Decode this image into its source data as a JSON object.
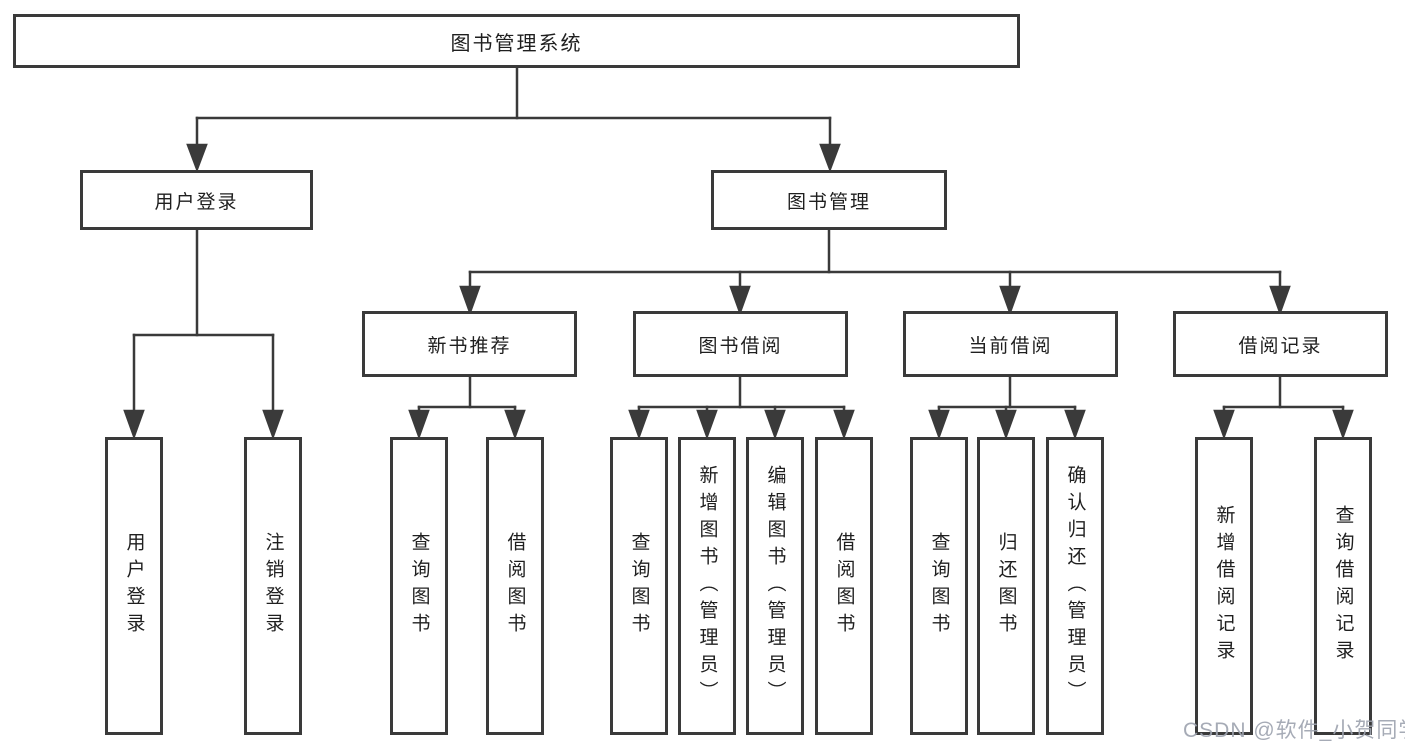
{
  "diagram": {
    "title": "图书管理系统",
    "level2": {
      "user_login": "用户登录",
      "book_management": "图书管理"
    },
    "level3": {
      "new_book_recommend": "新书推荐",
      "book_borrow": "图书借阅",
      "current_borrow": "当前借阅",
      "borrow_record": "借阅记录"
    },
    "leaves": {
      "user_login": [
        "用户登录",
        "注销登录"
      ],
      "new_book_recommend": [
        "查询图书",
        "借阅图书"
      ],
      "book_borrow": [
        "查询图书",
        "新增图书（管理员）",
        "编辑图书（管理员）",
        "借阅图书"
      ],
      "current_borrow": [
        "查询图书",
        "归还图书",
        "确认归还（管理员）"
      ],
      "borrow_record": [
        "新增借阅记录",
        "查询借阅记录"
      ]
    }
  },
  "watermark": "CSDN @软件_小贺同学",
  "colors": {
    "line": "#3a3a3a",
    "text": "#1f1f1f",
    "background": "#ffffff",
    "watermark": "#9ea4b0"
  }
}
